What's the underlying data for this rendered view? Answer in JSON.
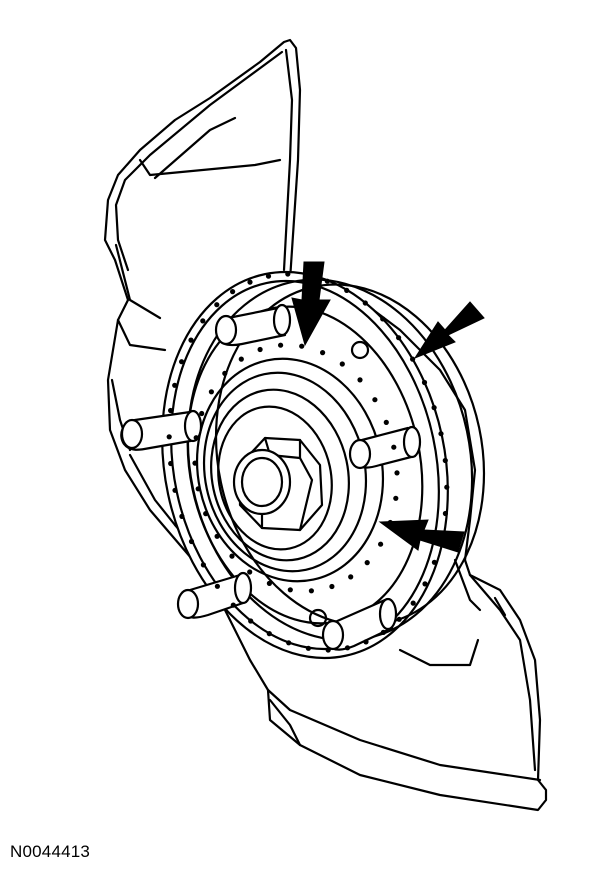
{
  "figure": {
    "id_label": "N0044413",
    "line_color": "#000000",
    "fill_color": "#ffffff",
    "subject": [
      "wheel-hub",
      "brake-dust-shield",
      "wheel-studs",
      "hub-nut",
      "inspection-dots",
      "indicator-arrows"
    ]
  }
}
